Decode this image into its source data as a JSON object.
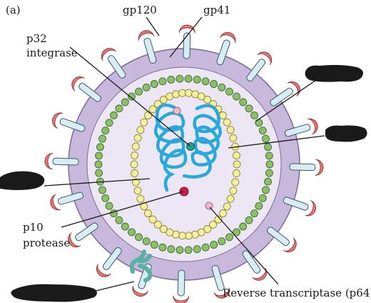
{
  "figure": {
    "panel_label": "(a)",
    "labels": {
      "gp120": "gp120",
      "gp41": "gp41",
      "p32": "p32",
      "integrase": "integrase",
      "p10": "p10",
      "protease": "protease",
      "reverse_transcriptase": "Reverse transcriptase (p64)"
    },
    "colors": {
      "envelope_fill": "#c8b8dc",
      "envelope_stroke": "#7a6a96",
      "interior_fill": "#ede6f4",
      "matrix_beads": "#8cc068",
      "capsid_beads": "#f4f0a0",
      "rna_strand": "#29a8dc",
      "spike_stem": "#d8ecf4",
      "spike_cap": "#e87878",
      "integrase_dot": "#2a9a8c",
      "protease_dot": "#d01840",
      "rt_dot": "#f0b8cc",
      "receptor": "#5ab0a4",
      "redaction": "#1a1a1a"
    }
  }
}
